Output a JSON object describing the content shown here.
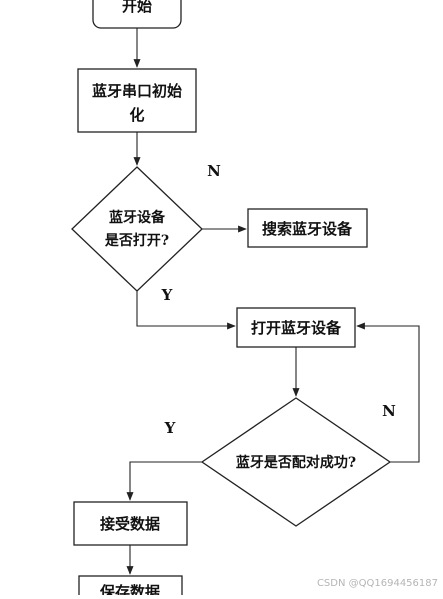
{
  "flowchart": {
    "nodes": {
      "start": {
        "label": "开始"
      },
      "init": {
        "line1": "蓝牙串口初始",
        "line2": "化"
      },
      "check_bt": {
        "line1": "蓝牙设备",
        "line2": "是否打开?"
      },
      "search": {
        "label": "搜索蓝牙设备"
      },
      "open_bt": {
        "label": "打开蓝牙设备"
      },
      "pair": {
        "label": "蓝牙是否配对成功?"
      },
      "receive": {
        "label": "接受数据"
      },
      "next": {
        "label": "保存数据"
      }
    },
    "edge_labels": {
      "check_no": "N",
      "check_yes": "Y",
      "pair_no": "N",
      "pair_yes": "Y"
    }
  },
  "colors": {
    "stroke": "#222222",
    "text": "#111111",
    "watermark": "#b5b5b5"
  },
  "watermark": "CSDN @QQ1694456187"
}
